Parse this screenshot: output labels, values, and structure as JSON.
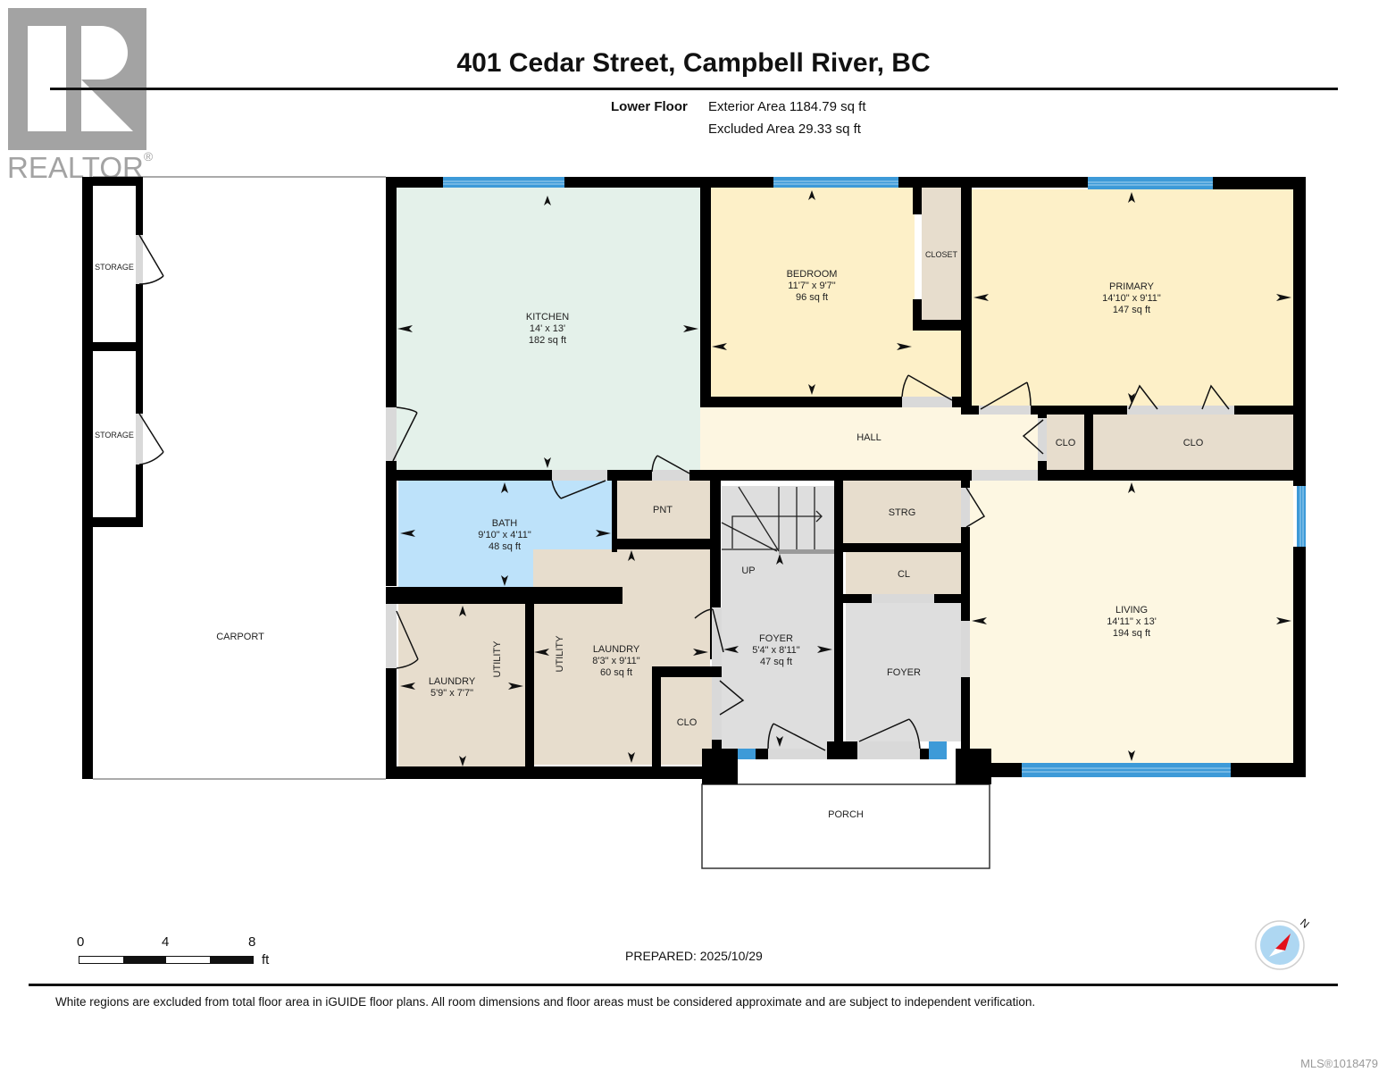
{
  "header": {
    "logo_text": "REALTOR",
    "logo_mark": "®",
    "title": "401 Cedar Street, Campbell River, BC",
    "floor_label": "Lower Floor",
    "exterior_area": "Exterior Area 1184.79 sq ft",
    "excluded_area": "Excluded Area 29.33 sq ft"
  },
  "colors": {
    "wall": "#000000",
    "window": "#3d9ad8",
    "kitchen": "#e4f1ea",
    "bedroom": "#fdf0c8",
    "hall": "#fdf6e1",
    "living": "#fdf7e2",
    "bath": "#bde2fa",
    "utility": "#e7ddcd",
    "foyer": "#dedede",
    "excluded": "#ffffff",
    "door_sill": "#d9d9d9"
  },
  "rooms": [
    {
      "id": "storage-1",
      "name": "STORAGE",
      "dims": "",
      "area": ""
    },
    {
      "id": "storage-2",
      "name": "STORAGE",
      "dims": "",
      "area": ""
    },
    {
      "id": "carport",
      "name": "CARPORT",
      "dims": "",
      "area": ""
    },
    {
      "id": "kitchen",
      "name": "KITCHEN",
      "dims": "14' x 13'",
      "area": "182 sq ft"
    },
    {
      "id": "bedroom",
      "name": "BEDROOM",
      "dims": "11'7\" x 9'7\"",
      "area": "96 sq ft"
    },
    {
      "id": "closet",
      "name": "CLOSET",
      "dims": "",
      "area": ""
    },
    {
      "id": "primary",
      "name": "PRIMARY",
      "dims": "14'10\" x 9'11\"",
      "area": "147 sq ft"
    },
    {
      "id": "hall",
      "name": "HALL",
      "dims": "",
      "area": ""
    },
    {
      "id": "clo-hall",
      "name": "CLO",
      "dims": "",
      "area": ""
    },
    {
      "id": "clo-primary",
      "name": "CLO",
      "dims": "",
      "area": ""
    },
    {
      "id": "bath",
      "name": "BATH",
      "dims": "9'10\" x 4'11\"",
      "area": "48 sq ft"
    },
    {
      "id": "pnt",
      "name": "PNT",
      "dims": "",
      "area": ""
    },
    {
      "id": "strg",
      "name": "STRG",
      "dims": "",
      "area": ""
    },
    {
      "id": "cl",
      "name": "CL",
      "dims": "",
      "area": ""
    },
    {
      "id": "laundry-1",
      "name": "LAUNDRY",
      "dims": "5'9\" x 7'7\"",
      "area": ""
    },
    {
      "id": "laundry-2",
      "name": "LAUNDRY",
      "dims": "8'3\" x 9'11\"",
      "area": "60 sq ft"
    },
    {
      "id": "clo-laundry",
      "name": "CLO",
      "dims": "",
      "area": ""
    },
    {
      "id": "foyer-1",
      "name": "FOYER",
      "dims": "5'4\" x 8'11\"",
      "area": "47 sq ft"
    },
    {
      "id": "foyer-2",
      "name": "FOYER",
      "dims": "",
      "area": ""
    },
    {
      "id": "living",
      "name": "LIVING",
      "dims": "14'11\" x 13'",
      "area": "194 sq ft"
    },
    {
      "id": "porch",
      "name": "PORCH",
      "dims": "",
      "area": ""
    }
  ],
  "annotations": {
    "utility_left": "UTILITY",
    "utility_right": "UTILITY",
    "stairs_up": "UP"
  },
  "footer": {
    "scale_ticks": [
      "0",
      "4",
      "8"
    ],
    "scale_unit": "ft",
    "prepared": "PREPARED: 2025/10/29",
    "compass_label": "N",
    "disclaimer": "White regions are excluded from total floor area in iGUIDE floor plans. All room dimensions and floor areas must be considered approximate and are subject to independent verification.",
    "mls": "MLS®1018479"
  }
}
